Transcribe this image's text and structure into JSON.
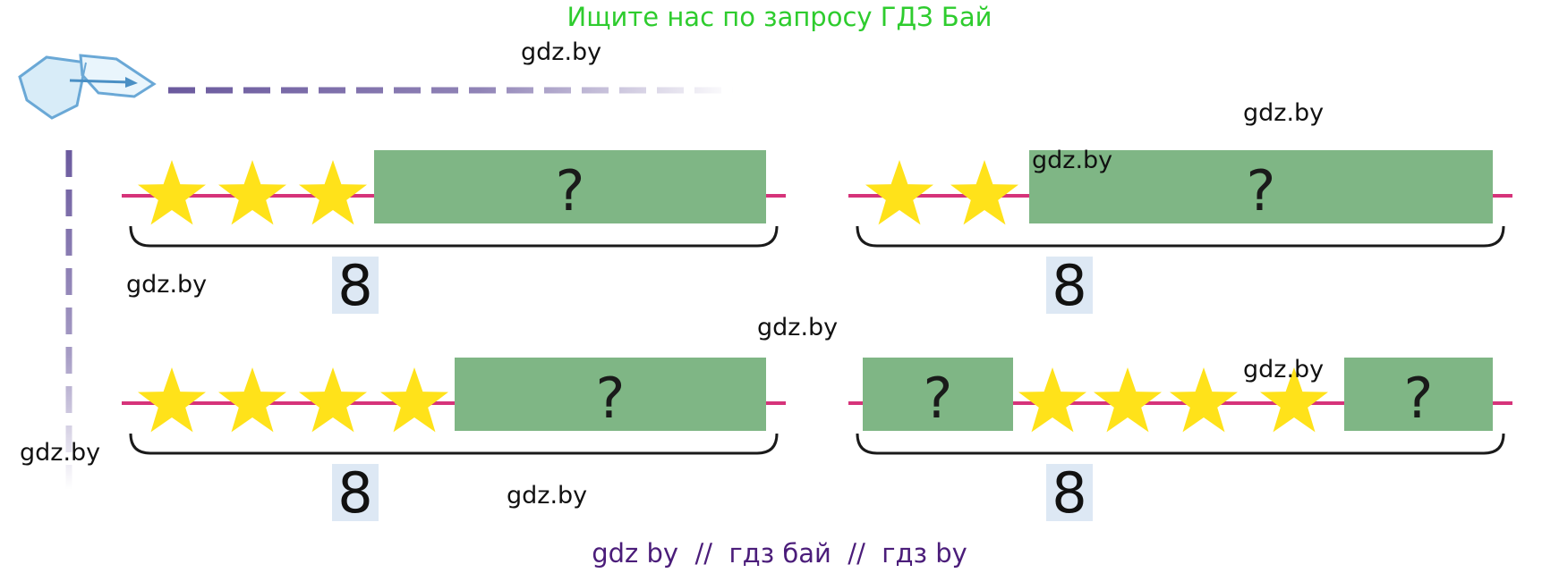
{
  "banner_top": "Ищите нас по запросу ГДЗ Бай",
  "banner_bottom": "gdz by  //  гдз бай  //  гдз by",
  "watermark": "gdz.by",
  "colors": {
    "banner_top": "#2ecc2e",
    "banner_bottom": "#4b1d7a",
    "star": "#ffe21a",
    "box": "#7fb685",
    "line": "#d6337a",
    "brace": "#1a1a1a",
    "total_bg": "#dde8f4",
    "dash": "#6b5a9e"
  },
  "icons": [
    "open-book-icon",
    "star-icon"
  ],
  "diagrams": [
    {
      "segments": [
        {
          "type": "star"
        },
        {
          "type": "star"
        },
        {
          "type": "star"
        },
        {
          "type": "box",
          "label": "?"
        }
      ],
      "total": "8"
    },
    {
      "segments": [
        {
          "type": "star"
        },
        {
          "type": "star"
        },
        {
          "type": "box",
          "label": "?"
        }
      ],
      "total": "8"
    },
    {
      "segments": [
        {
          "type": "star"
        },
        {
          "type": "star"
        },
        {
          "type": "star"
        },
        {
          "type": "star"
        },
        {
          "type": "box",
          "label": "?"
        }
      ],
      "total": "8"
    },
    {
      "segments": [
        {
          "type": "box",
          "label": "?"
        },
        {
          "type": "star"
        },
        {
          "type": "star"
        },
        {
          "type": "star"
        },
        {
          "type": "star"
        },
        {
          "type": "box",
          "label": "?"
        }
      ],
      "total": "8"
    }
  ]
}
